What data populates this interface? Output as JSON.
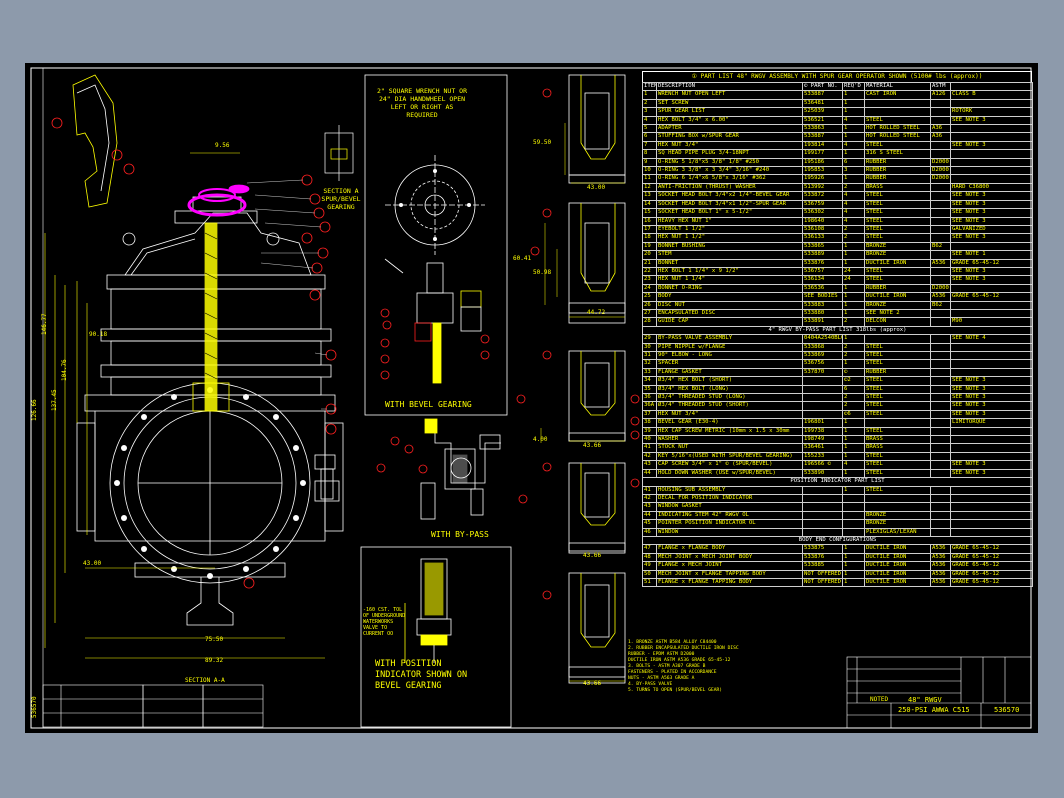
{
  "colors": {
    "background": "#8d9aab",
    "sheet": "#000000",
    "line": "#ffffff",
    "text": "#ffff00",
    "accent": "#ff00ff",
    "balloon": "#ff0000"
  },
  "table": {
    "title": "① PART LIST  48\" RWGV ASSEMBLY WITH SPUR GEAR OPERATOR SHOWN (5100# lbs (approx))",
    "headers": [
      "ITEM",
      "DESCRIPTION",
      "© PART NO.",
      "REQ'D",
      "MATERIAL",
      "ASTM",
      ""
    ],
    "rows": [
      [
        "1",
        "WRENCH NUT OPEN LEFT",
        "533887",
        "1",
        "CAST IRON",
        "A126",
        "CLASS B"
      ],
      [
        "2",
        "SET SCREW",
        "536481",
        "1",
        "",
        "",
        ""
      ],
      [
        "3",
        "SPUR GEAR LIST",
        "525039",
        "1",
        "",
        "",
        "ROTORK"
      ],
      [
        "4",
        "HEX BOLT 3/4\" x 6.00\"",
        "536521",
        "4",
        "STEEL",
        "",
        "SEE NOTE 3"
      ],
      [
        "5",
        "ADAPTER",
        "533863",
        "1",
        "HOT ROLLED STEEL",
        "A36",
        ""
      ],
      [
        "6",
        "STUFFING BOX w/SPUR GEAR",
        "533887",
        "1",
        "HOT ROLLED STEEL",
        "A36",
        ""
      ],
      [
        "7",
        "HEX NUT 3/4\"",
        "193814",
        "4",
        "STEEL",
        "",
        "SEE NOTE 3"
      ],
      [
        "8",
        "SQ HEAD PIPE PLUG 3/4-18NPT",
        "199177",
        "1",
        "316 S STEEL",
        "",
        ""
      ],
      [
        "9",
        "O-RING 5 1/8\"x5 3/8\" 1/8\" #250",
        "195186",
        "6",
        "RUBBER",
        "D2000",
        ""
      ],
      [
        "10",
        "O-RING 3 3/8\" x 3 3/4\" 3/16\" #240",
        "195853",
        "3",
        "RUBBER",
        "D2000",
        ""
      ],
      [
        "11",
        "O-RING 6 1/4\"x6 5/8\"x 3/16\" #362",
        "195926",
        "1",
        "RUBBER",
        "D2000",
        ""
      ],
      [
        "12",
        "ANTI-FRICTION (THRUST) WASHER",
        "513992",
        "2",
        "BRASS",
        "",
        "HARD C36800"
      ],
      [
        "13",
        "SOCKET HEAD BOLT 3/4\"x2 1/4\"-BEVEL GEAR",
        "533872",
        "4",
        "STEEL",
        "",
        "SEE NOTE 3"
      ],
      [
        "14",
        "SOCKET HEAD BOLT 3/4\"x1 1/2\"-SPUR GEAR",
        "536759",
        "4",
        "STEEL",
        "",
        "SEE NOTE 3"
      ],
      [
        "15",
        "SOCKET HEAD BOLT 1\" x 5-1/2\"",
        "536302",
        "4",
        "STEEL",
        "",
        "SEE NOTE 3"
      ],
      [
        "16",
        "HEAVY HEX NUT 1\"",
        "198640",
        "4",
        "STEEL",
        "",
        "SEE NOTE 3"
      ],
      [
        "17",
        "EYEBOLT 1 1/2\"",
        "536108",
        "2",
        "STEEL",
        "",
        "GALVANIZED"
      ],
      [
        "18",
        "HEX NUT 1 1/2\"",
        "536133",
        "2",
        "STEEL",
        "",
        "SEE NOTE 3"
      ],
      [
        "19",
        "BONNET BUSHING",
        "533865",
        "1",
        "BRONZE",
        "B62",
        ""
      ],
      [
        "20",
        "STEM",
        "533889",
        "1",
        "BRONZE",
        "",
        "SEE NOTE 1"
      ],
      [
        "21",
        "BONNET",
        "533876",
        "1",
        "DUCTILE IRON",
        "A536",
        "GRADE 65-45-12"
      ],
      [
        "22",
        "HEX BOLT 1 1/4\" x 9 1/2\"",
        "536757",
        "24",
        "STEEL",
        "",
        "SEE NOTE 3"
      ],
      [
        "23",
        "HEX NUT 1 1/4\"",
        "536134",
        "24",
        "STEEL",
        "",
        "SEE NOTE 3"
      ],
      [
        "24",
        "BONNET O-RING",
        "536536",
        "1",
        "RUBBER",
        "D2000",
        ""
      ],
      [
        "25",
        "BODY",
        "SEE BODIES",
        "1",
        "DUCTILE IRON",
        "A536",
        "GRADE 65-45-12"
      ],
      [
        "26",
        "DISC NUT",
        "533883",
        "1",
        "BRONZE",
        "B62",
        ""
      ],
      [
        "27",
        "ENCAPSULATED DISC",
        "533880",
        "1",
        "SEE NOTE 2",
        "",
        ""
      ],
      [
        "28",
        "GUIDE CAP",
        "533891",
        "2",
        "DELCON",
        "",
        "M90"
      ]
    ],
    "bypass_title": "4\" RWGV BY-PASS PART LIST 318lbs (approx)",
    "bypass_rows": [
      [
        "29",
        "BY-PASS VALVE ASSEMBLY",
        "0404A2540BL0N",
        "1",
        "",
        "",
        "SEE NOTE 4"
      ],
      [
        "30",
        "PIPE NIPPLE w/FLANGE",
        "533868",
        "2",
        "STEEL",
        "",
        ""
      ],
      [
        "31",
        "90° ELBOW - LONG",
        "533869",
        "2",
        "STEEL",
        "",
        ""
      ],
      [
        "32",
        "SPACER",
        "536756",
        "1",
        "STEEL",
        "",
        ""
      ],
      [
        "33",
        "FLANGE GASKET",
        "537870",
        "©",
        "RUBBER",
        "",
        ""
      ],
      [
        "34",
        "Ø3/4\" HEX BOLT (SHORT)",
        "",
        "©2",
        "STEEL",
        "",
        "SEE NOTE 3"
      ],
      [
        "35",
        "Ø3/4\" HEX BOLT (LONG)",
        "",
        "6",
        "STEEL",
        "",
        "SEE NOTE 3"
      ],
      [
        "36",
        "Ø3/4\" THREADED STUD (LONG)",
        "",
        "2",
        "STEEL",
        "",
        "SEE NOTE 3"
      ],
      [
        "36A",
        "Ø3/4\" THREADED STUD (SHORT)",
        "",
        "2",
        "STEEL",
        "",
        "SEE NOTE 3"
      ],
      [
        "37",
        "HEX NUT 3/4\"",
        "",
        "©6",
        "STEEL",
        "",
        "SEE NOTE 3"
      ],
      [
        "38",
        "BEVEL GEAR (E30-4)",
        "196801",
        "1",
        "",
        "",
        "LIMITORQUE"
      ],
      [
        "39",
        "HEX CAP SCREW METRIC (10mm x 1.5 x 30mm",
        "199738",
        "1",
        "STEEL",
        "",
        ""
      ],
      [
        "40",
        "WASHER",
        "198749",
        "1",
        "BRASS",
        "",
        ""
      ],
      [
        "41",
        "STOCK NUT",
        "536461",
        "1",
        "BRASS",
        "",
        ""
      ],
      [
        "42",
        "KEY 5/16\"x(USED WITH SPUR/BEVEL GEARING)",
        "155233",
        "1",
        "STEEL",
        "",
        ""
      ],
      [
        "43",
        "CAP SCREW 3/4\" x 1\" © (SPUR/BEVEL)",
        "196566 ©",
        "4",
        "STEEL",
        "",
        "SEE NOTE 3"
      ],
      [
        "44",
        "HOLD DOWN WASHER (USE w/SPUR/BEVEL)",
        "533890",
        "1",
        "STEEL",
        "",
        "SEE NOTE 3"
      ]
    ],
    "position_title": "POSITION INDICATOR PART LIST",
    "position_rows": [
      [
        "41",
        "HOUSING SUB ASSEMBLY",
        "",
        "1",
        "STEEL",
        "",
        ""
      ],
      [
        "42",
        "DECAL FOR POSITION INDICATOR",
        "",
        "",
        "",
        "",
        ""
      ],
      [
        "43",
        "WINDOW GASKET",
        "",
        "",
        "",
        "",
        ""
      ],
      [
        "44",
        "INDICATING STEM 42\" RWGV OL",
        "",
        "",
        "BRONZE",
        "",
        ""
      ],
      [
        "45",
        "POINTER POSITION INDICATOR OL",
        "",
        "",
        "BRONZE",
        "",
        ""
      ],
      [
        "46",
        "WINDOW",
        "",
        "",
        "PLEXIGLAS/LEXAN",
        "",
        ""
      ]
    ],
    "body_title": "BODY END CONFIGURATIONS",
    "body_rows": [
      [
        "47",
        "FLANGE x FLANGE BODY",
        "533875",
        "1",
        "DUCTILE IRON",
        "A536",
        "GRADE 65-45-12"
      ],
      [
        "48",
        "MECH JOINT x MECH JOINT BODY",
        "533876",
        "1",
        "DUCTILE IRON",
        "A536",
        "GRADE 65-45-12"
      ],
      [
        "49",
        "FLANGE x MECH JOINT",
        "533885",
        "1",
        "DUCTILE IRON",
        "A536",
        "GRADE 65-45-12"
      ],
      [
        "50",
        "MECH JOINT x FLANGE TAPPING BODY",
        "NOT OFFERED",
        "1",
        "DUCTILE IRON",
        "A536",
        "GRADE 65-45-12"
      ],
      [
        "51",
        "FLANGE x FLANGE TAPPING BODY",
        "NOT OFFERED",
        "1",
        "DUCTILE IRON",
        "A536",
        "GRADE 65-45-12"
      ]
    ]
  },
  "labels": {
    "wrench_note": "2\" SQUARE WRENCH NUT OR 24\" DIA HANDWHEEL OPEN LEFT OR RIGHT AS REQUIRED",
    "bevel_caption": "WITH BEVEL GEARING",
    "bypass_caption": "WITH BY-PASS",
    "position_caption": "WITH POSITION INDICATOR SHOWN ON BEVEL GEARING",
    "section_a": "SECTION A SPUR/BEVEL GEARING",
    "section_aa": "SECTION A-A",
    "pos_note": "-160 CST. TOL OF UNDERGROUND WATERWORKS VALVE TO CURRENT OO"
  },
  "dimensions": {
    "d1": "9.56",
    "d2": "146.77",
    "d3": "104.76",
    "d4": "90.18",
    "d5": "137.45",
    "d6": "126.66",
    "d7": "43.00",
    "d8": "75.50",
    "d9": "89.32",
    "d10": "59.50",
    "d11": "43.00",
    "d12": "60.41",
    "d13": "50.98",
    "d14": "44.72",
    "d15": "4.00",
    "d16": "43.66",
    "d17": "43.66",
    "d18": "43.66"
  },
  "titleblock": {
    "title1": "48\" RWGV",
    "title2": "250-PSI AWWA C515",
    "dwg_no": "536570",
    "side_no": "536570",
    "noted": "NOTED",
    "notes": [
      "1. BRONZE ASTM B584 ALLOY C84400",
      "2. RUBBER ENCAPSULATED DUCTILE IRON DISC",
      "   RUBBER - EPDM ASTM D2000",
      "   DUCTILE IRON ASTM A536 GRADE 65-45-12",
      "3. BOLTS - ASTM A307 GRADE B",
      "   FASTENERS - PLATED IN ACCORDANCE",
      "   NUTS - ASTM A563 GRADE A",
      "4. BY-PASS VALVE",
      "5. TURNS TO OPEN (SPUR/BEVEL GEAR)"
    ]
  }
}
